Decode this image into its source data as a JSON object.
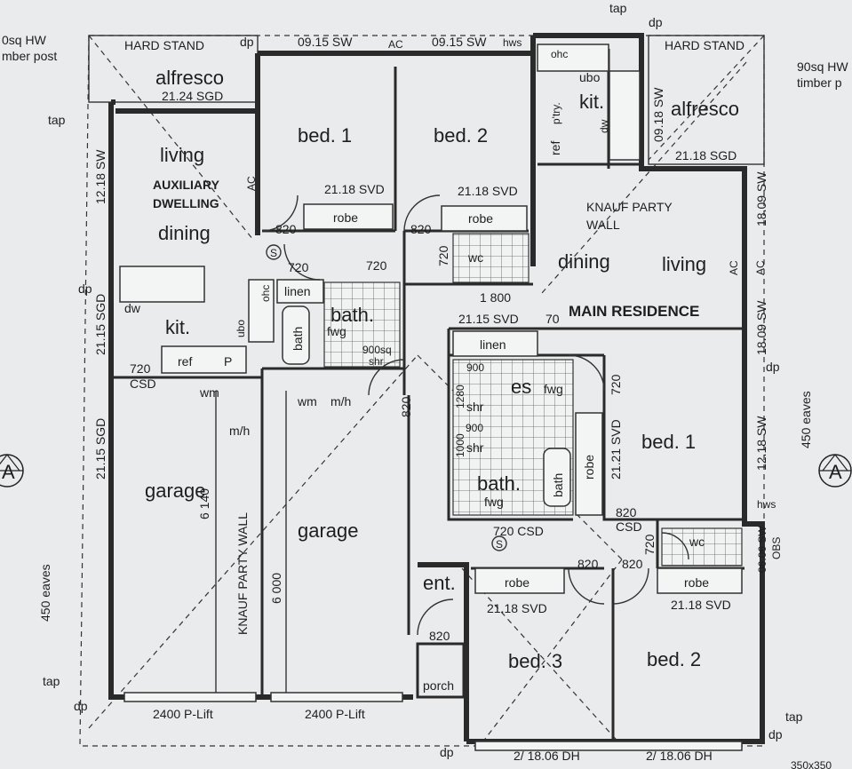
{
  "plan": {
    "site": {
      "hard_stand_left": "HARD STAND",
      "hard_stand_right": "HARD STAND",
      "timber_post_left": "0sq HW\nmber post",
      "timber_post_right": "90sq HW\ntimber p",
      "eaves_left": "450 eaves",
      "eaves_right": "450 eaves",
      "section_marker": "A"
    },
    "fixtures": {
      "tap": "tap",
      "dp": "dp",
      "hws": "hws",
      "ac": "AC",
      "ohc": "ohc",
      "ubo": "ubo",
      "dw": "dw",
      "ref": "ref",
      "p": "P",
      "pantry": "p'try.",
      "wm": "wm",
      "mh": "m/h",
      "wc": "wc",
      "fwg": "fwg",
      "shr": "shr",
      "s": "S"
    },
    "aux": {
      "alfresco": "alfresco",
      "alfresco_door": "21.24 SGD",
      "living": "living",
      "auxiliary_title": "AUXILIARY\nDWELLING",
      "dining": "dining",
      "kitchen": "kit.",
      "window_left_top": "12.18 SW",
      "window_left_mid": "21.15 SGD",
      "window_left_bot": "21.15 SGD",
      "csd": "720\nCSD",
      "bed1": "bed. 1",
      "bed1_door": "21.18 SVD",
      "bed1_robe": "robe",
      "bed2": "bed. 2",
      "bed2_door": "21.18 SVD",
      "bed2_robe": "robe",
      "top_sw_1": "09.15 SW",
      "top_sw_2": "09.15 SW",
      "door_820a": "820",
      "door_820b": "820",
      "door_720a": "720",
      "door_720b": "720",
      "door_720c": "720",
      "linen": "linen",
      "bath": "bath.",
      "bath_tub": "bath",
      "shower": "900sq\nshr",
      "garage": "garage",
      "garage_dim": "6 140",
      "garage_door": "2400 P-Lift",
      "party_wall": "KNAUF PARTY WALL"
    },
    "main": {
      "title": "MAIN RESIDENCE",
      "kitchen": "kit.",
      "alfresco": "alfresco",
      "alfresco_door": "21.18 SGD",
      "window_kit": "09.18 SW",
      "dining": "dining",
      "living": "living",
      "party_wall": "KNAUF PARTY\nWALL",
      "right_sw_1": "18.09 SW",
      "right_sw_2": "18.09 SW",
      "right_sw_3": "12.18 SW",
      "right_obs": "06.06 SW\nOBS",
      "dim_1800": "1 800",
      "door_dining": "21.15 SVD",
      "dim_70": "70",
      "linen": "linen",
      "ensuite": "es",
      "shr_900": "900",
      "shr_1280": "1280",
      "shr_1000": "1000",
      "bath": "bath.",
      "bath_tub": "bath",
      "bed1": "bed. 1",
      "bed1_window": "21.21 SVD",
      "bed1_robe": "robe",
      "door_720a": "720",
      "door_720b": "720",
      "csd": "820\nCSD",
      "csd_bath": "720  CSD",
      "wc_door": "720",
      "garage": "garage",
      "garage_dim": "6 000",
      "garage_door": "2400 P-Lift",
      "door_820_garage": "820",
      "door_820_hall_a": "820",
      "door_820_hall_b": "820",
      "door_820_ent": "820",
      "ent": "ent.",
      "porch": "porch",
      "bed3": "bed. 3",
      "bed3_robe": "robe",
      "bed3_door": "21.18 SVD",
      "bed2": "bed. 2",
      "bed2_robe": "robe",
      "bed2_door": "21.18 SVD",
      "bottom_dh_1": "2/ 18.06 DH",
      "bottom_dh_2": "2/ 18.06 DH",
      "bottom_right": "350x350"
    }
  }
}
